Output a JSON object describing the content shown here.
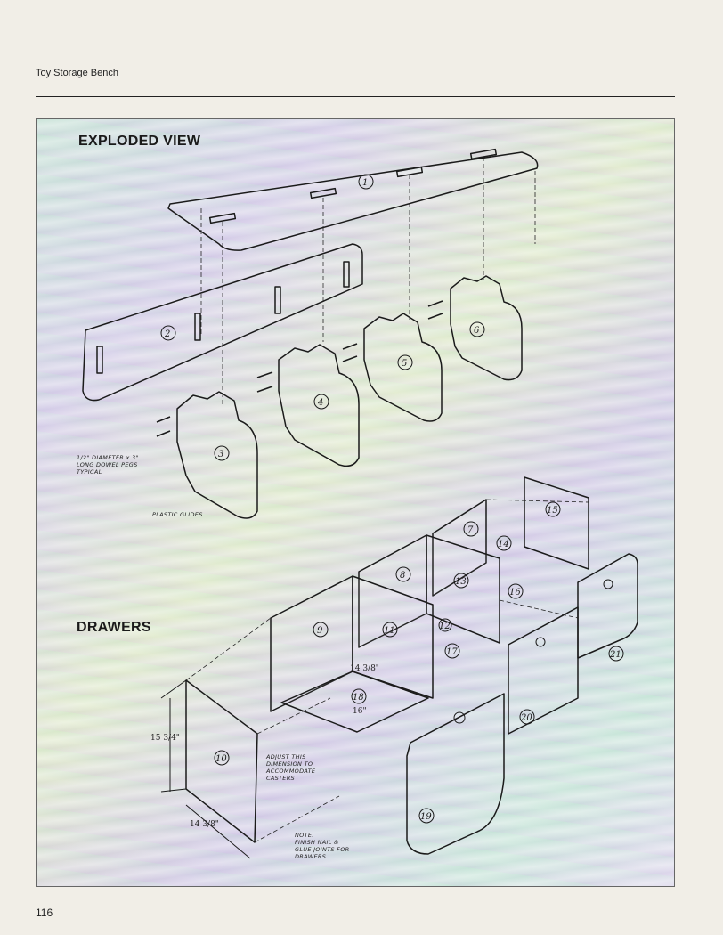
{
  "header": {
    "title": "Toy Storage Bench"
  },
  "page": {
    "number": "116"
  },
  "figure": {
    "exploded_view_label": "EXPLODED VIEW",
    "drawers_label": "DRAWERS",
    "part_numbers": [
      "1",
      "2",
      "3",
      "4",
      "5",
      "6",
      "7",
      "8",
      "9",
      "10",
      "11",
      "12",
      "13",
      "14",
      "15",
      "16",
      "17",
      "18",
      "19",
      "20",
      "21"
    ],
    "notes": {
      "dowel_line1": "1/2\" DIAMETER x 3\"",
      "dowel_line2": "LONG DOWEL PEGS",
      "dowel_line3": "TYPICAL",
      "glides": "PLASTIC GLIDES",
      "adjust_line1": "ADJUST THIS",
      "adjust_line2": "DIMENSION TO",
      "adjust_line3": "ACCOMMODATE",
      "adjust_line4": "CASTERS",
      "finish_line1": "NOTE:",
      "finish_line2": "FINISH NAIL &",
      "finish_line3": "GLUE JOINTS FOR",
      "finish_line4": "DRAWERS."
    },
    "dimensions": {
      "height": "15 3/4\"",
      "width": "14 3/8\"",
      "depth_inner": "14 3/8\"",
      "width_inner": "16\""
    }
  }
}
